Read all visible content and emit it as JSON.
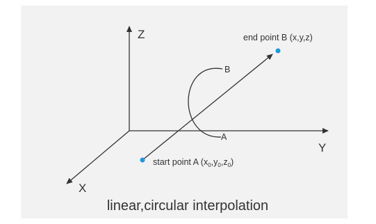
{
  "axes": {
    "z_label": "Z",
    "y_label": "Y",
    "x_label": "X"
  },
  "points": {
    "end_label": "end point B (x,y,z)",
    "start_label_prefix": "start point A (x",
    "start_sub_0": "0",
    "start_comma_y": ",y",
    "start_sub_1": "0",
    "start_comma_z": ",z",
    "start_sub_2": "0",
    "start_close": ")"
  },
  "arc": {
    "label_b": "B",
    "label_a": "A"
  },
  "caption": "linear,circular interpolation",
  "colors": {
    "line": "#333333",
    "point": "#1a9ae0",
    "background": "#f2f2f2"
  }
}
